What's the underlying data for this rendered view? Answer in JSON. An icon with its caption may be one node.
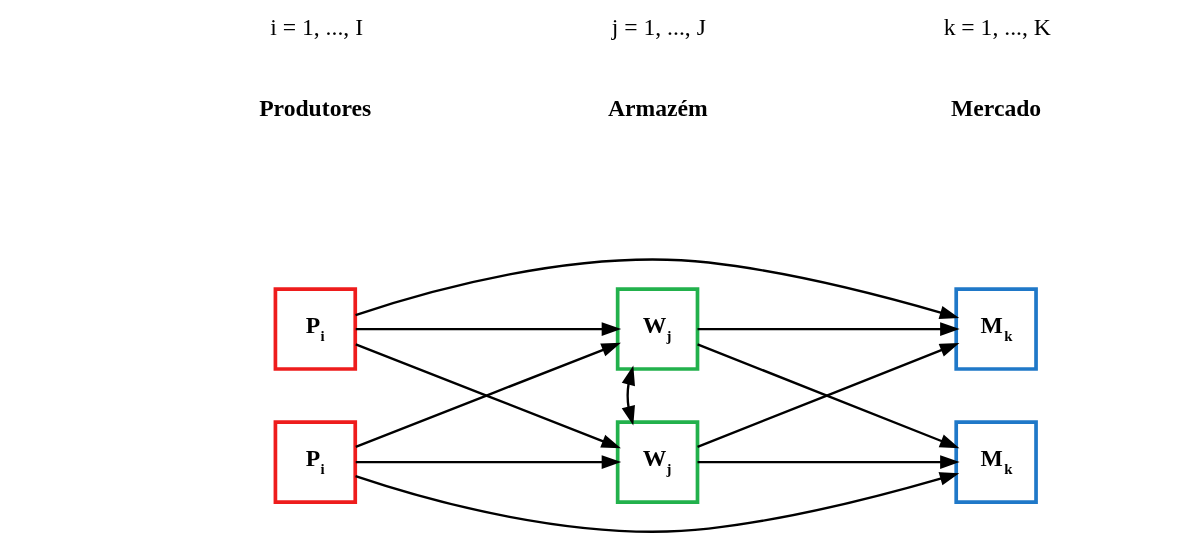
{
  "diagram": {
    "nodes": [
      {
        "text": [
          "P$_{i}$"
        ]
      },
      {
        "text": [
          "P$_{i}$"
        ]
      },
      {
        "text": [
          "W$_{j}$"
        ]
      },
      {
        "text": [
          "W$_{j}$"
        ]
      },
      {
        "text": [
          "M$_{k}$"
        ]
      },
      {
        "text": [
          "M$_{k}$"
        ]
      }
    ],
    "edges": [
      {
        "from": 0,
        "to": 4,
        "arrow": "to"
      },
      {
        "from": 0,
        "to": 2,
        "arrow": "to"
      },
      {
        "from": 0,
        "to": 3,
        "arrow": "to"
      },
      {
        "from": 1,
        "to": 2,
        "arrow": "to"
      },
      {
        "from": 1,
        "to": 3,
        "arrow": "to"
      },
      {
        "from": 1,
        "to": 5,
        "arrow": "to"
      },
      {
        "from": 2,
        "to": 3,
        "arrow": "both"
      },
      {
        "from": 2,
        "to": 4,
        "arrow": "to"
      },
      {
        "from": 2,
        "to": 5,
        "arrow": "to"
      },
      {
        "from": 3,
        "to": 4,
        "arrow": "to"
      },
      {
        "from": 3,
        "to": 5,
        "arrow": "to"
      }
    ],
    "labels": [
      "Produtores",
      "i = 1, ..., I",
      "Armazém",
      "j = 1, ..., J",
      "Mercado",
      "k = 1, ..., K"
    ]
  }
}
